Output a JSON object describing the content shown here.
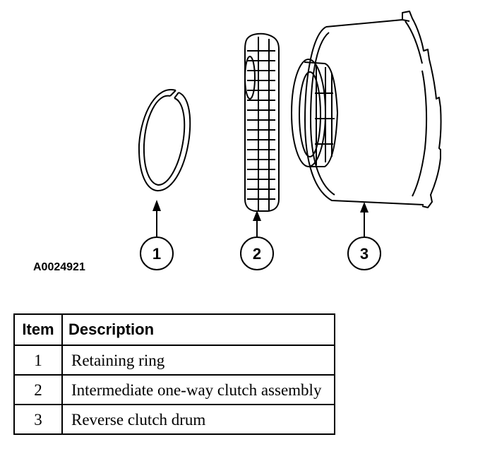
{
  "figure": {
    "id": "A0024921",
    "callouts": [
      "1",
      "2",
      "3"
    ]
  },
  "legend": {
    "headers": {
      "item": "Item",
      "description": "Description"
    },
    "rows": [
      {
        "item": "1",
        "description": "Retaining ring"
      },
      {
        "item": "2",
        "description": "Intermediate one-way clutch assembly"
      },
      {
        "item": "3",
        "description": "Reverse clutch drum"
      }
    ]
  }
}
